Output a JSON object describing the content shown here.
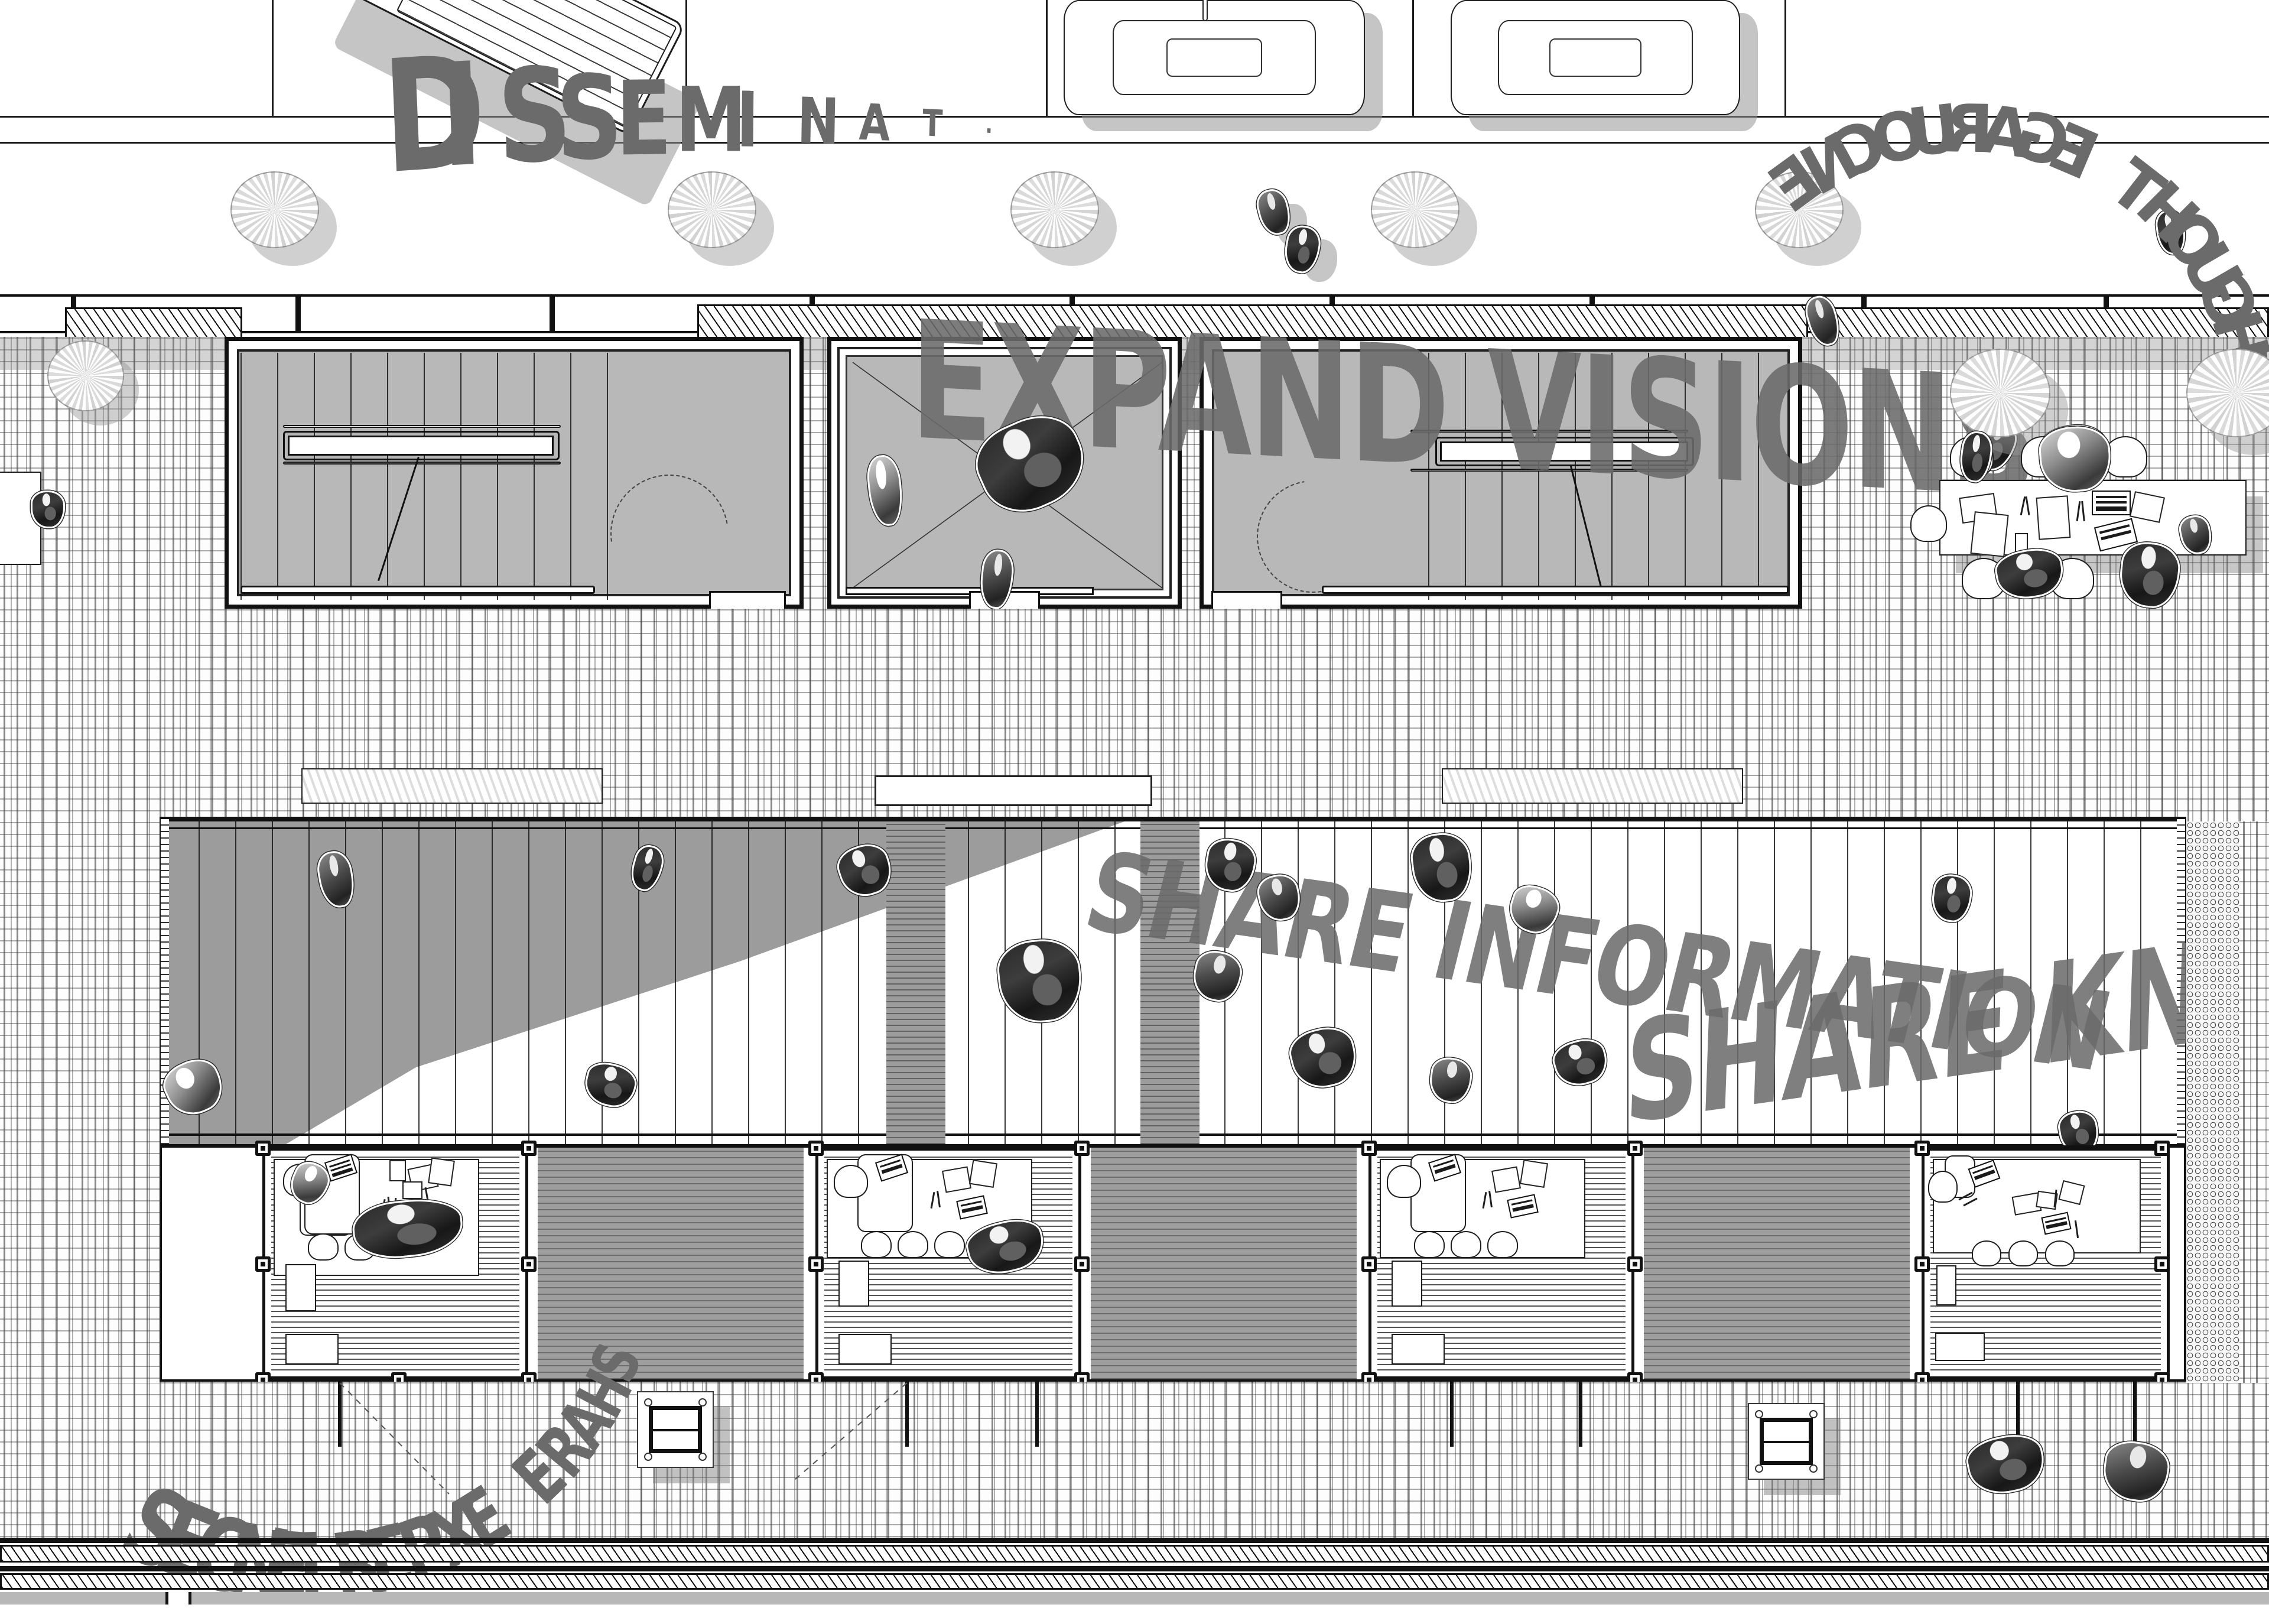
{
  "drawing": {
    "type": "architectural-site-plan",
    "orientation": "plan-view",
    "palette": {
      "paper": "#ffffff",
      "ink": "#111111",
      "supergraphic_text": "#6b6b6b",
      "roof_grey": "#9c9c9c",
      "slab_grey": "#b8b8b8",
      "shadow_grey": "#8a8a8a",
      "paving_light": "#fdfdfd"
    }
  },
  "supergraphics": [
    {
      "id": "disseminate",
      "text": "DISSEMINAT",
      "tail": ".",
      "style": "descending-scale-row",
      "zone": "top-street"
    },
    {
      "id": "expand-visions",
      "text": "EXPAND VISIONS",
      "style": "large-wave",
      "zone": "upper-pavilions"
    },
    {
      "id": "encourage-thought",
      "text": "ENCOURAGE THOUGHT",
      "style": "arc-mirrored",
      "zone": "upper-right-terrace"
    },
    {
      "id": "share-information-knowledge",
      "text": "SHARE INFORMATION SHARE KNOWLEDGE",
      "style": "large-wave",
      "zone": "central-louvre-roof"
    },
    {
      "id": "share-experiences",
      "text": "SHARE EXPERIENCES",
      "style": "arc-descending",
      "zone": "lower-left-forecourt"
    }
  ],
  "letters": {
    "disseminate": [
      "D",
      "I",
      "S",
      "S",
      "E",
      "M",
      "I",
      "N",
      "A",
      "T",
      "."
    ],
    "expand": [
      "E",
      "X",
      "P",
      "A",
      "N",
      "D"
    ],
    "visions": [
      "V",
      "I",
      "S",
      "I",
      "O",
      "N",
      "S"
    ],
    "encourage_thought": [
      "E",
      "N",
      "C",
      "O",
      "U",
      "R",
      "A",
      "G",
      "E",
      " ",
      "T",
      "H",
      "O",
      "U",
      "G",
      "H",
      "T"
    ],
    "share_information": [
      "S",
      "H",
      "A",
      "R",
      "E",
      " ",
      "I",
      "N",
      "F",
      "O",
      "R",
      "M",
      "A",
      "T",
      "I",
      "O",
      "N"
    ],
    "share_knowledge": [
      "S",
      "H",
      "A",
      "R",
      "E",
      " ",
      "K",
      "N",
      "O",
      "W",
      "L",
      "E",
      "D",
      "G",
      "E"
    ],
    "share_experiences": [
      "S",
      "H",
      "A",
      "R",
      "E",
      " ",
      "E",
      "X",
      "P",
      "E",
      "R",
      "I",
      "E",
      "N",
      "C",
      "E",
      "S"
    ]
  },
  "zones": {
    "street": {
      "label": "street-and-parking",
      "cars": 3
    },
    "upper_terrace": {
      "label": "upper-terrace-pavilions",
      "pavilions": 3
    },
    "central_building": {
      "label": "central-louvred-roof-building"
    },
    "office_row": {
      "label": "ground-floor-office-pods",
      "pods": 6,
      "occupied_pods": 4
    },
    "lower_forecourt": {
      "label": "lower-forecourt-paving"
    }
  },
  "pavilions": [
    {
      "id": "pavilion-left",
      "has_stair": true,
      "has_door": true,
      "has_skylight": true
    },
    {
      "id": "pavilion-middle",
      "has_stair": false,
      "has_door": true,
      "has_skylight": false
    },
    {
      "id": "pavilion-right",
      "has_stair": true,
      "has_door": true,
      "has_skylight": true
    }
  ],
  "office_pods": [
    {
      "id": "pod-1",
      "occupied": true,
      "desks": 2,
      "chairs": 4,
      "people": 2,
      "has_shelf": true
    },
    {
      "id": "pod-2",
      "occupied": false,
      "desks": 0,
      "chairs": 0,
      "people": 0,
      "has_shelf": false
    },
    {
      "id": "pod-3",
      "occupied": true,
      "desks": 1,
      "chairs": 3,
      "people": 1,
      "has_shelf": true
    },
    {
      "id": "pod-4",
      "occupied": false,
      "desks": 0,
      "chairs": 0,
      "people": 0,
      "has_shelf": false
    },
    {
      "id": "pod-5",
      "occupied": true,
      "desks": 1,
      "chairs": 3,
      "people": 0,
      "has_shelf": true
    },
    {
      "id": "pod-6",
      "occupied": true,
      "desks": 1,
      "chairs": 3,
      "people": 0,
      "has_shelf": true
    }
  ],
  "outdoor_meeting": {
    "id": "outdoor-meeting-table",
    "seats": 7,
    "people": 5,
    "items": [
      "laptop",
      "papers",
      "tablet",
      "pens",
      "notebook"
    ]
  },
  "site_furniture": {
    "utility_boxes": 2,
    "bollards": 6,
    "planters": 6,
    "fence_runs": 2
  },
  "counts": {
    "figures_total": 34,
    "cars": 3,
    "pavilions": 3,
    "office_pods": 6
  }
}
